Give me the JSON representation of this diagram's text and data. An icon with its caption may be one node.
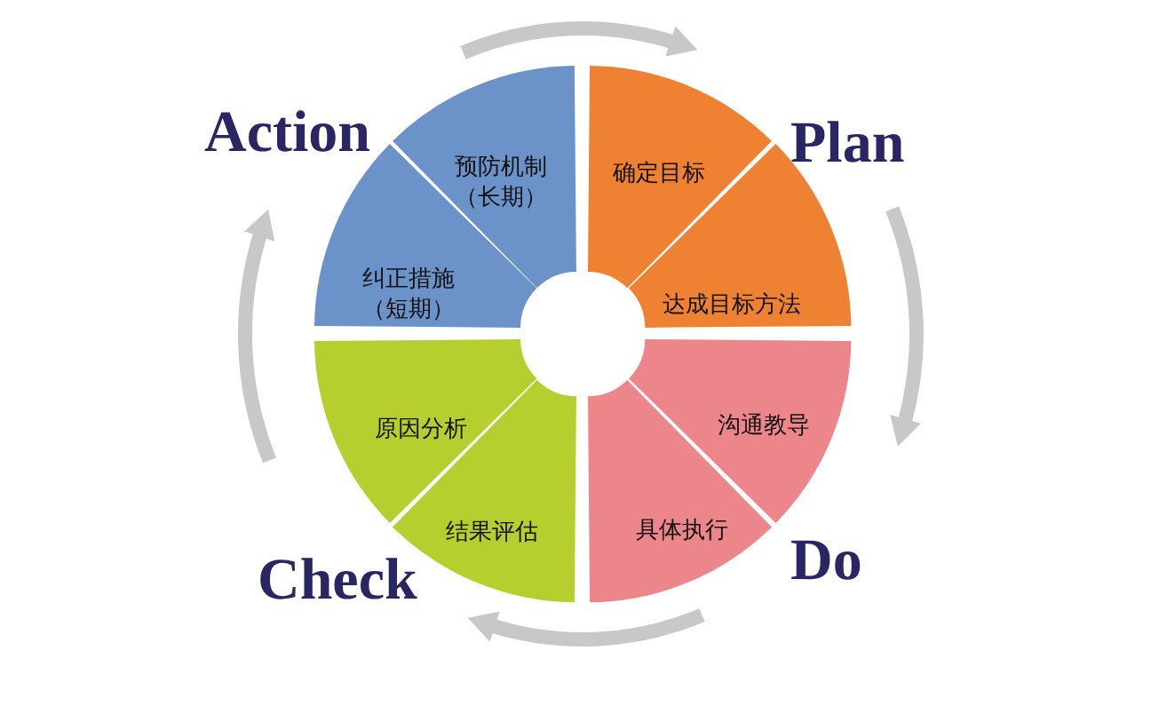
{
  "diagram": {
    "nodes": [
      {
        "text": [
          "Action"
        ]
      },
      {
        "text": [
          "预防机制（长期）"
        ],
        "in": 0
      },
      {
        "text": [
          "纠正措施（短期）"
        ],
        "in": 0
      },
      {
        "text": [
          "Plan"
        ]
      },
      {
        "text": [
          "确定目标"
        ],
        "in": 3
      },
      {
        "text": [
          "达成目标方法"
        ],
        "in": 3
      },
      {
        "text": [
          "Do"
        ]
      },
      {
        "text": [
          "沟通教导"
        ],
        "in": 6
      },
      {
        "text": [
          "具体执行"
        ],
        "in": 6
      },
      {
        "text": [
          "Check"
        ]
      },
      {
        "text": [
          "原因分析"
        ],
        "in": 9
      },
      {
        "text": [
          "结果评估"
        ],
        "in": 9
      }
    ],
    "edges": [
      {
        "from": 0,
        "to": 3,
        "arrow": "to"
      },
      {
        "from": 3,
        "to": 6,
        "arrow": "to"
      },
      {
        "from": 6,
        "to": 9,
        "arrow": "to"
      },
      {
        "from": 9,
        "to": 0,
        "arrow": "to"
      }
    ]
  }
}
